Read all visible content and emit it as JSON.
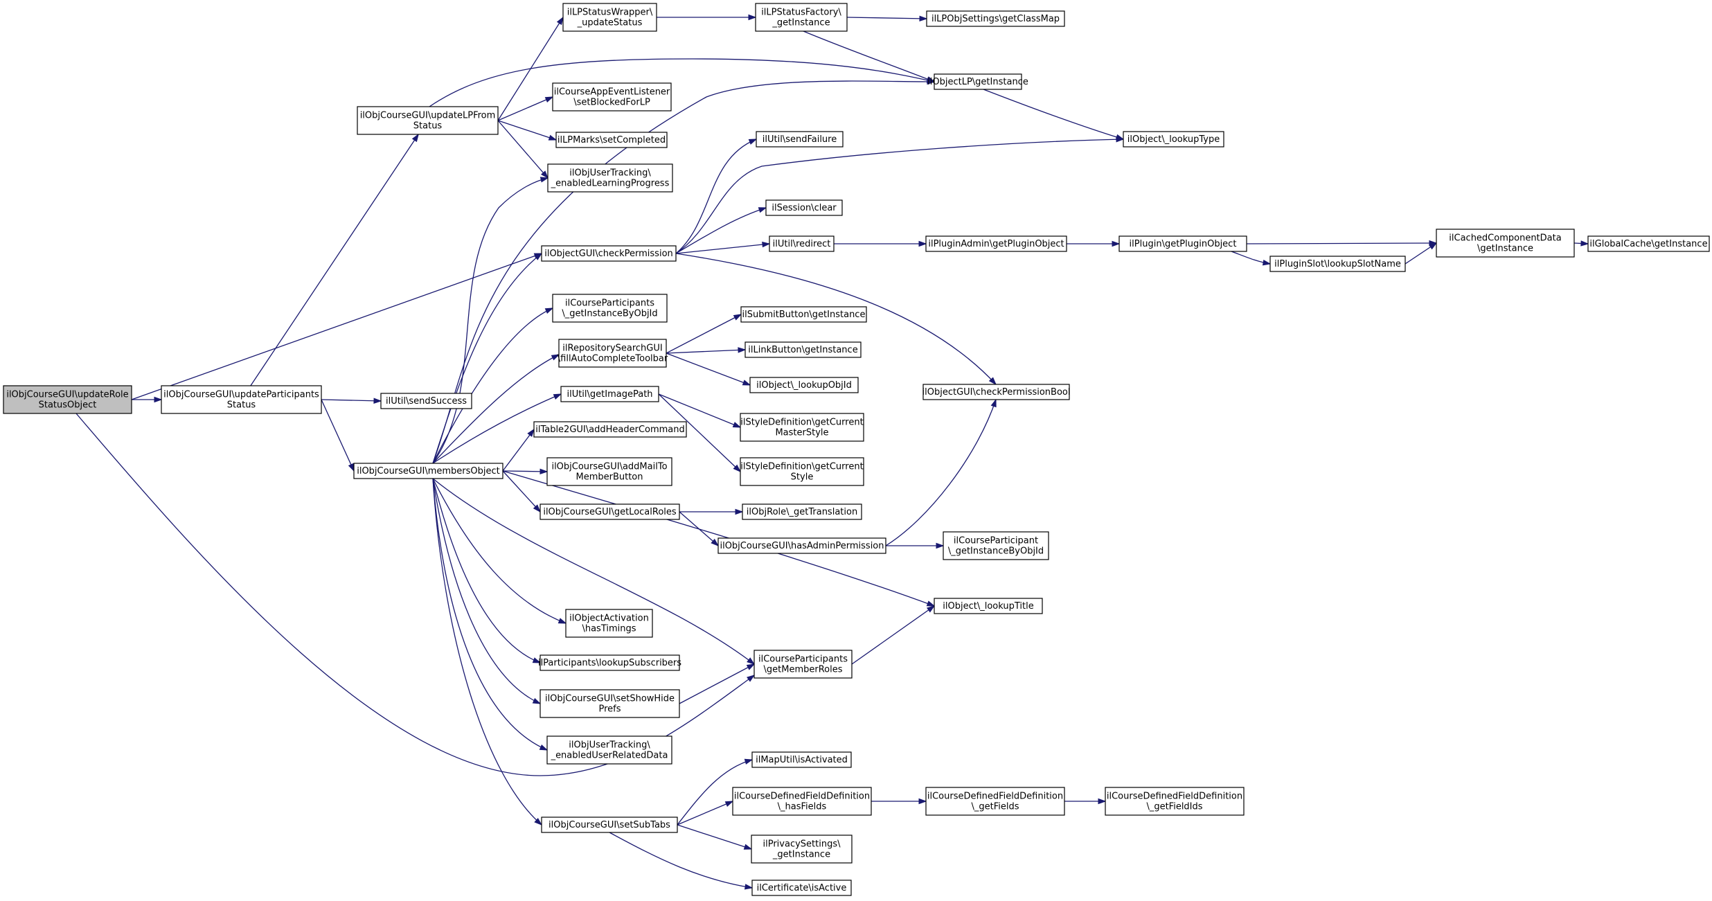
{
  "diagram": {
    "type": "call-graph",
    "colors": {
      "edge": "#191970",
      "node_border": "#000000",
      "root_fill": "#bfbfbf",
      "node_fill": "#ffffff"
    },
    "nodes": [
      {
        "id": "root",
        "lines": [
          "ilObjCourseGUI\\updateRole",
          "StatusObject"
        ]
      },
      {
        "id": "updParts",
        "lines": [
          "ilObjCourseGUI\\updateParticipants",
          "Status"
        ]
      },
      {
        "id": "updLP",
        "lines": [
          "ilObjCourseGUI\\updateLPFrom",
          "Status"
        ]
      },
      {
        "id": "membersObj",
        "lines": [
          "ilObjCourseGUI\\membersObject"
        ]
      },
      {
        "id": "sendSuccess",
        "lines": [
          "ilUtil\\sendSuccess"
        ]
      },
      {
        "id": "lpsw",
        "lines": [
          "ilLPStatusWrapper\\",
          "_updateStatus"
        ]
      },
      {
        "id": "lpsf",
        "lines": [
          "ilLPStatusFactory\\",
          "_getInstance"
        ]
      },
      {
        "id": "classMap",
        "lines": [
          "ilLPObjSettings\\getClassMap"
        ]
      },
      {
        "id": "objLP",
        "lines": [
          "ilObjectLP\\getInstance"
        ]
      },
      {
        "id": "lookupType",
        "lines": [
          "ilObject\\_lookupType"
        ]
      },
      {
        "id": "appEvent",
        "lines": [
          "ilCourseAppEventListener",
          "\\setBlockedForLP"
        ]
      },
      {
        "id": "lpMarks",
        "lines": [
          "ilLPMarks\\setCompleted"
        ]
      },
      {
        "id": "userTrackLP",
        "lines": [
          "ilObjUserTracking\\",
          "_enabledLearningProgress"
        ]
      },
      {
        "id": "sendFailure",
        "lines": [
          "ilUtil\\sendFailure"
        ]
      },
      {
        "id": "sessClear",
        "lines": [
          "ilSession\\clear"
        ]
      },
      {
        "id": "checkPerm",
        "lines": [
          "ilObjectGUI\\checkPermission"
        ]
      },
      {
        "id": "redirect",
        "lines": [
          "ilUtil\\redirect"
        ]
      },
      {
        "id": "pluginAdmin",
        "lines": [
          "ilPluginAdmin\\getPluginObject"
        ]
      },
      {
        "id": "plugin",
        "lines": [
          "ilPlugin\\getPluginObject"
        ]
      },
      {
        "id": "cached",
        "lines": [
          "ilCachedComponentData",
          "\\getInstance"
        ]
      },
      {
        "id": "globalCache",
        "lines": [
          "ilGlobalCache\\getInstance"
        ]
      },
      {
        "id": "pluginSlot",
        "lines": [
          "ilPluginSlot\\lookupSlotName"
        ]
      },
      {
        "id": "courseParts",
        "lines": [
          "ilCourseParticipants",
          "\\_getInstanceByObjId"
        ]
      },
      {
        "id": "repoSearch",
        "lines": [
          "ilRepositorySearchGUI",
          "\\fillAutoCompleteToolbar"
        ]
      },
      {
        "id": "submitBtn",
        "lines": [
          "ilSubmitButton\\getInstance"
        ]
      },
      {
        "id": "linkBtn",
        "lines": [
          "ilLinkButton\\getInstance"
        ]
      },
      {
        "id": "lookupObjId",
        "lines": [
          "ilObject\\_lookupObjId"
        ]
      },
      {
        "id": "checkPermBool",
        "lines": [
          "ilObjectGUI\\checkPermissionBool"
        ]
      },
      {
        "id": "imagePath",
        "lines": [
          "ilUtil\\getImagePath"
        ]
      },
      {
        "id": "styleMaster",
        "lines": [
          "ilStyleDefinition\\getCurrent",
          "MasterStyle"
        ]
      },
      {
        "id": "styleCurrent",
        "lines": [
          "ilStyleDefinition\\getCurrent",
          "Style"
        ]
      },
      {
        "id": "tableHeader",
        "lines": [
          "ilTable2GUI\\addHeaderCommand"
        ]
      },
      {
        "id": "addMail",
        "lines": [
          "ilObjCourseGUI\\addMailTo",
          "MemberButton"
        ]
      },
      {
        "id": "localRoles",
        "lines": [
          "ilObjCourseGUI\\getLocalRoles"
        ]
      },
      {
        "id": "objRole",
        "lines": [
          "ilObjRole\\_getTranslation"
        ]
      },
      {
        "id": "hasAdmin",
        "lines": [
          "ilObjCourseGUI\\hasAdminPermission"
        ]
      },
      {
        "id": "coursePart",
        "lines": [
          "ilCourseParticipant",
          "\\_getInstanceByObjId"
        ]
      },
      {
        "id": "lookupTitle",
        "lines": [
          "ilObject\\_lookupTitle"
        ]
      },
      {
        "id": "activation",
        "lines": [
          "ilObjectActivation",
          "\\hasTimings"
        ]
      },
      {
        "id": "lookupSubs",
        "lines": [
          "ilParticipants\\lookupSubscribers"
        ]
      },
      {
        "id": "memberRoles",
        "lines": [
          "ilCourseParticipants",
          "\\getMemberRoles"
        ]
      },
      {
        "id": "showHide",
        "lines": [
          "ilObjCourseGUI\\setShowHide",
          "Prefs"
        ]
      },
      {
        "id": "userTrackUser",
        "lines": [
          "ilObjUserTracking\\",
          "_enabledUserRelatedData"
        ]
      },
      {
        "id": "subTabs",
        "lines": [
          "ilObjCourseGUI\\setSubTabs"
        ]
      },
      {
        "id": "mapUtil",
        "lines": [
          "ilMapUtil\\isActivated"
        ]
      },
      {
        "id": "cdfHas",
        "lines": [
          "ilCourseDefinedFieldDefinition",
          "\\_hasFields"
        ]
      },
      {
        "id": "cdfGet",
        "lines": [
          "ilCourseDefinedFieldDefinition",
          "\\_getFields"
        ]
      },
      {
        "id": "cdfIds",
        "lines": [
          "ilCourseDefinedFieldDefinition",
          "\\_getFieldIds"
        ]
      },
      {
        "id": "privacy",
        "lines": [
          "ilPrivacySettings\\",
          "_getInstance"
        ]
      },
      {
        "id": "certificate",
        "lines": [
          "ilCertificate\\isActive"
        ]
      }
    ],
    "edges": [
      [
        "root",
        "updParts"
      ],
      [
        "root",
        "checkPerm"
      ],
      [
        "root",
        "memberRoles"
      ],
      [
        "updParts",
        "updLP"
      ],
      [
        "updParts",
        "sendSuccess"
      ],
      [
        "updParts",
        "membersObj"
      ],
      [
        "updLP",
        "lpsw"
      ],
      [
        "updLP",
        "objLP"
      ],
      [
        "updLP",
        "appEvent"
      ],
      [
        "updLP",
        "lpMarks"
      ],
      [
        "updLP",
        "userTrackLP"
      ],
      [
        "lpsw",
        "lpsf"
      ],
      [
        "lpsf",
        "classMap"
      ],
      [
        "lpsf",
        "objLP"
      ],
      [
        "objLP",
        "lookupType"
      ],
      [
        "membersObj",
        "userTrackLP"
      ],
      [
        "membersObj",
        "objLP"
      ],
      [
        "membersObj",
        "checkPerm"
      ],
      [
        "membersObj",
        "courseParts"
      ],
      [
        "membersObj",
        "repoSearch"
      ],
      [
        "membersObj",
        "imagePath"
      ],
      [
        "membersObj",
        "tableHeader"
      ],
      [
        "membersObj",
        "addMail"
      ],
      [
        "membersObj",
        "localRoles"
      ],
      [
        "membersObj",
        "activation"
      ],
      [
        "membersObj",
        "lookupSubs"
      ],
      [
        "membersObj",
        "showHide"
      ],
      [
        "membersObj",
        "userTrackUser"
      ],
      [
        "membersObj",
        "subTabs"
      ],
      [
        "membersObj",
        "memberRoles"
      ],
      [
        "membersObj",
        "lookupTitle"
      ],
      [
        "checkPerm",
        "sendFailure"
      ],
      [
        "checkPerm",
        "lookupType"
      ],
      [
        "checkPerm",
        "sessClear"
      ],
      [
        "checkPerm",
        "redirect"
      ],
      [
        "checkPerm",
        "checkPermBool"
      ],
      [
        "redirect",
        "pluginAdmin"
      ],
      [
        "pluginAdmin",
        "plugin"
      ],
      [
        "plugin",
        "cached"
      ],
      [
        "plugin",
        "pluginSlot"
      ],
      [
        "pluginSlot",
        "cached"
      ],
      [
        "cached",
        "globalCache"
      ],
      [
        "repoSearch",
        "submitBtn"
      ],
      [
        "repoSearch",
        "linkBtn"
      ],
      [
        "repoSearch",
        "lookupObjId"
      ],
      [
        "imagePath",
        "styleMaster"
      ],
      [
        "imagePath",
        "styleCurrent"
      ],
      [
        "localRoles",
        "objRole"
      ],
      [
        "localRoles",
        "hasAdmin"
      ],
      [
        "hasAdmin",
        "checkPermBool"
      ],
      [
        "hasAdmin",
        "coursePart"
      ],
      [
        "showHide",
        "memberRoles"
      ],
      [
        "memberRoles",
        "lookupTitle"
      ],
      [
        "subTabs",
        "mapUtil"
      ],
      [
        "subTabs",
        "cdfHas"
      ],
      [
        "subTabs",
        "privacy"
      ],
      [
        "subTabs",
        "certificate"
      ],
      [
        "cdfHas",
        "cdfGet"
      ],
      [
        "cdfGet",
        "cdfIds"
      ]
    ]
  }
}
